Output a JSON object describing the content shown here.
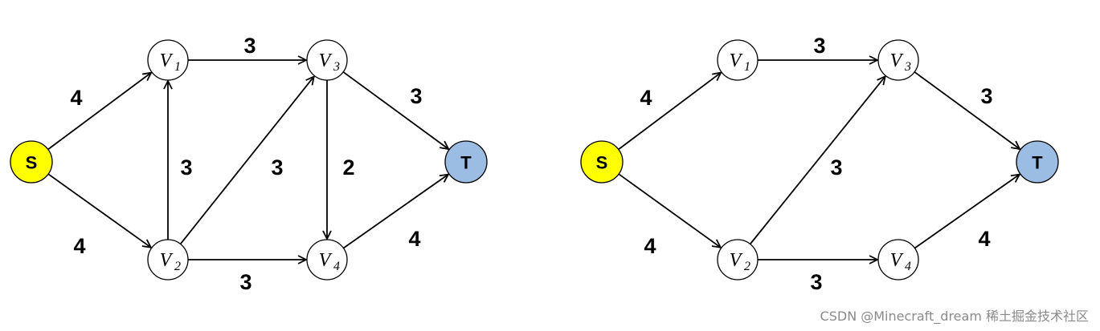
{
  "colors": {
    "source": "#ffff00",
    "sink": "#9bbde3",
    "node": "#ffffff",
    "edge": "#000000"
  },
  "graphs": [
    {
      "nodes": [
        {
          "id": "S",
          "label": "S"
        },
        {
          "id": "V1",
          "label": "V",
          "sub": "1"
        },
        {
          "id": "V2",
          "label": "V",
          "sub": "2"
        },
        {
          "id": "V3",
          "label": "V",
          "sub": "3"
        },
        {
          "id": "V4",
          "label": "V",
          "sub": "4"
        },
        {
          "id": "T",
          "label": "T"
        }
      ],
      "edges": [
        {
          "from": "S",
          "to": "V1",
          "weight": "4"
        },
        {
          "from": "S",
          "to": "V2",
          "weight": "4"
        },
        {
          "from": "V1",
          "to": "V3",
          "weight": "3"
        },
        {
          "from": "V2",
          "to": "V1",
          "weight": "3"
        },
        {
          "from": "V2",
          "to": "V3",
          "weight": "3"
        },
        {
          "from": "V2",
          "to": "V4",
          "weight": "3"
        },
        {
          "from": "V3",
          "to": "V4",
          "weight": "2"
        },
        {
          "from": "V3",
          "to": "T",
          "weight": "3"
        },
        {
          "from": "V4",
          "to": "T",
          "weight": "4"
        }
      ]
    },
    {
      "nodes": [
        {
          "id": "S",
          "label": "S"
        },
        {
          "id": "V1",
          "label": "V",
          "sub": "1"
        },
        {
          "id": "V2",
          "label": "V",
          "sub": "2"
        },
        {
          "id": "V3",
          "label": "V",
          "sub": "3"
        },
        {
          "id": "V4",
          "label": "V",
          "sub": "4"
        },
        {
          "id": "T",
          "label": "T"
        }
      ],
      "edges": [
        {
          "from": "S",
          "to": "V1",
          "weight": "4"
        },
        {
          "from": "S",
          "to": "V2",
          "weight": "4"
        },
        {
          "from": "V1",
          "to": "V3",
          "weight": "3"
        },
        {
          "from": "V2",
          "to": "V3",
          "weight": "3"
        },
        {
          "from": "V2",
          "to": "V4",
          "weight": "3"
        },
        {
          "from": "V3",
          "to": "T",
          "weight": "3"
        },
        {
          "from": "V4",
          "to": "T",
          "weight": "4"
        }
      ]
    }
  ],
  "watermark": "CSDN @Minecraft_dream 稀土掘金技术社区"
}
